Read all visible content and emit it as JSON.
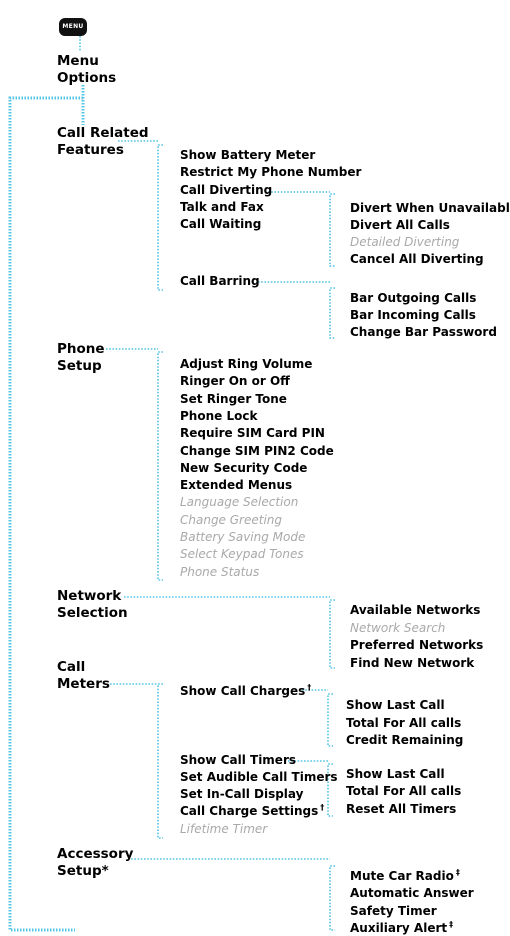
{
  "menu_key": {
    "label": "MENU",
    "icon": "menu-key-icon"
  },
  "root": {
    "label": [
      "Menu",
      "Options"
    ]
  },
  "categories": [
    {
      "id": "call-related-features",
      "label": [
        "Call Related",
        "Features"
      ]
    },
    {
      "id": "phone-setup",
      "label": [
        "Phone",
        "Setup"
      ]
    },
    {
      "id": "network-selection",
      "label": [
        "Network",
        "Selection"
      ]
    },
    {
      "id": "call-meters",
      "label": [
        "Call",
        "Meters"
      ]
    },
    {
      "id": "accessory-setup",
      "label": [
        "Accessory",
        "Setup*"
      ]
    }
  ],
  "call_related": [
    {
      "label": "Show Battery Meter",
      "enabled": true
    },
    {
      "label": "Restrict My Phone Number",
      "enabled": true
    },
    {
      "label": "Call Diverting",
      "enabled": true
    },
    {
      "label": "Talk and Fax",
      "enabled": true
    },
    {
      "label": "Call Waiting",
      "enabled": true
    },
    {
      "label": "Call Barring",
      "enabled": true
    }
  ],
  "call_diverting": [
    {
      "label": "Divert When Unavailable",
      "enabled": true
    },
    {
      "label": "Divert All Calls",
      "enabled": true
    },
    {
      "label": "Detailed Diverting",
      "enabled": false
    },
    {
      "label": "Cancel All Diverting",
      "enabled": true
    }
  ],
  "call_barring": [
    {
      "label": "Bar Outgoing Calls",
      "enabled": true
    },
    {
      "label": "Bar Incoming Calls",
      "enabled": true
    },
    {
      "label": "Change Bar Password",
      "enabled": true
    }
  ],
  "phone_setup": [
    {
      "label": "Adjust Ring Volume",
      "enabled": true
    },
    {
      "label": "Ringer On or Off",
      "enabled": true
    },
    {
      "label": "Set Ringer Tone",
      "enabled": true
    },
    {
      "label": "Phone Lock",
      "enabled": true
    },
    {
      "label": "Require SIM Card PIN",
      "enabled": true
    },
    {
      "label": "Change SIM PIN2 Code",
      "enabled": true
    },
    {
      "label": "New Security Code",
      "enabled": true
    },
    {
      "label": "Extended Menus",
      "enabled": true
    },
    {
      "label": "Language Selection",
      "enabled": false
    },
    {
      "label": "Change Greeting",
      "enabled": false
    },
    {
      "label": "Battery Saving Mode",
      "enabled": false
    },
    {
      "label": "Select Keypad Tones",
      "enabled": false
    },
    {
      "label": "Phone Status",
      "enabled": false
    }
  ],
  "network_selection": [
    {
      "label": "Available Networks",
      "enabled": true
    },
    {
      "label": "Network Search",
      "enabled": false
    },
    {
      "label": "Preferred Networks",
      "enabled": true
    },
    {
      "label": "Find New Network",
      "enabled": true
    }
  ],
  "call_meters": [
    {
      "label": "Show Call Charges",
      "mark": "†",
      "enabled": true
    },
    {
      "label": "Show Call Timers",
      "enabled": true
    },
    {
      "label": "Set Audible Call Timers",
      "enabled": true
    },
    {
      "label": "Set In-Call Display",
      "enabled": true
    },
    {
      "label": "Call Charge Settings",
      "mark": "†",
      "enabled": true
    },
    {
      "label": "Lifetime Timer",
      "enabled": false
    }
  ],
  "show_call_charges": [
    {
      "label": "Show Last Call",
      "enabled": true
    },
    {
      "label": "Total For All calls",
      "enabled": true
    },
    {
      "label": "Credit Remaining",
      "enabled": true
    }
  ],
  "show_call_timers": [
    {
      "label": "Show Last Call",
      "enabled": true
    },
    {
      "label": "Total For All calls",
      "enabled": true
    },
    {
      "label": "Reset All Timers",
      "enabled": true
    }
  ],
  "accessory_setup": [
    {
      "label": "Mute Car Radio",
      "mark": "‡",
      "enabled": true
    },
    {
      "label": "Automatic Answer",
      "enabled": true
    },
    {
      "label": "Safety Timer",
      "enabled": true
    },
    {
      "label": "Auxiliary Alert",
      "mark": "‡",
      "enabled": true
    }
  ],
  "colors": {
    "connector": "#55c5e6",
    "disabled_text": "#a9a9a9",
    "text": "#000000"
  }
}
